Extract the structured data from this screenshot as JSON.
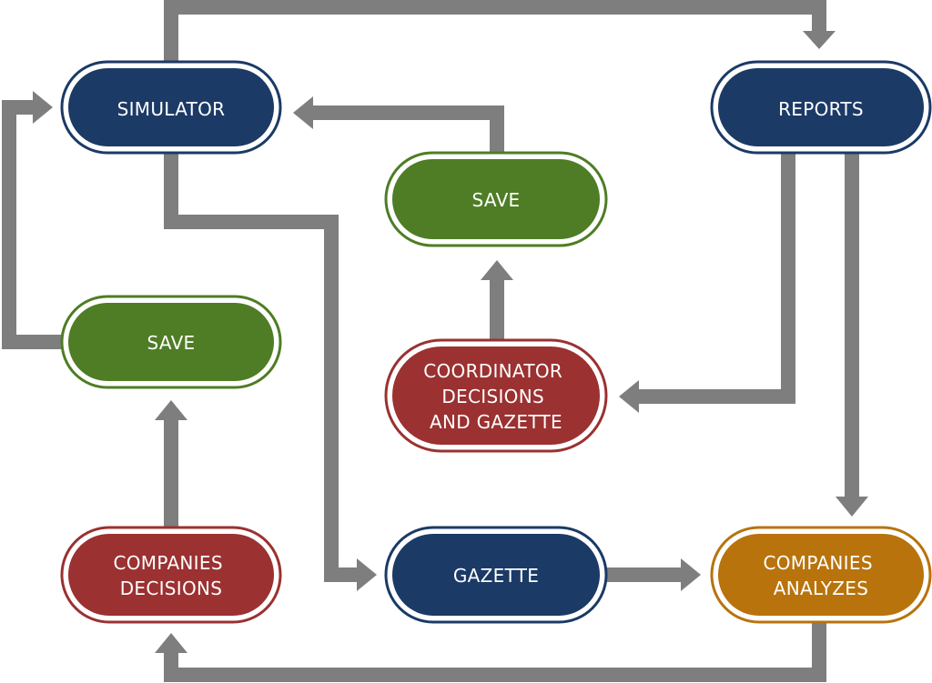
{
  "nodes": {
    "simulator": {
      "lines": [
        "SIMULATOR"
      ],
      "color": "#1b3a66"
    },
    "reports": {
      "lines": [
        "REPORTS"
      ],
      "color": "#1b3a66"
    },
    "save_top": {
      "lines": [
        "SAVE"
      ],
      "color": "#4e7d25"
    },
    "save_left": {
      "lines": [
        "SAVE"
      ],
      "color": "#4e7d25"
    },
    "coordinator": {
      "lines": [
        "COORDINATOR",
        "DECISIONS",
        "AND GAZETTE"
      ],
      "color": "#9b3131"
    },
    "companies_decisions": {
      "lines": [
        "COMPANIES",
        "DECISIONS"
      ],
      "color": "#9b3131"
    },
    "gazette": {
      "lines": [
        "GAZETTE"
      ],
      "color": "#1b3a66"
    },
    "companies_analyzes": {
      "lines": [
        "COMPANIES",
        "ANALYZES"
      ],
      "color": "#b8730c"
    }
  },
  "edges": [
    {
      "from": "simulator",
      "to": "reports"
    },
    {
      "from": "simulator",
      "to": "gazette"
    },
    {
      "from": "save_top",
      "to": "simulator"
    },
    {
      "from": "coordinator",
      "to": "save_top"
    },
    {
      "from": "reports",
      "to": "coordinator"
    },
    {
      "from": "reports",
      "to": "companies_analyzes"
    },
    {
      "from": "save_left",
      "to": "simulator"
    },
    {
      "from": "companies_decisions",
      "to": "save_left"
    },
    {
      "from": "gazette",
      "to": "companies_analyzes"
    },
    {
      "from": "companies_analyzes",
      "to": "companies_decisions"
    }
  ],
  "colors": {
    "connector": "#7e7e7e",
    "navy": "#1b3a66",
    "green": "#4e7d25",
    "red": "#9b3131",
    "amber": "#b8730c"
  }
}
